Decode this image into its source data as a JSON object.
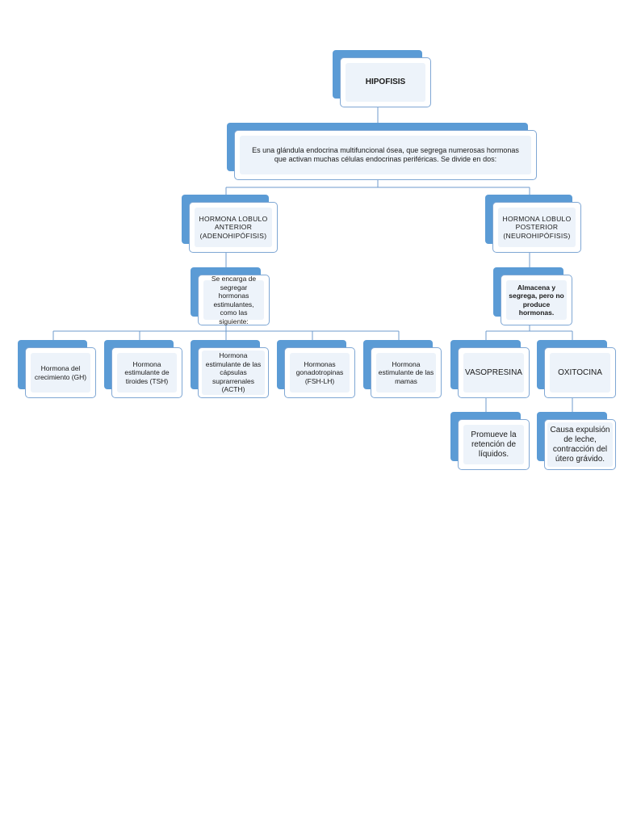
{
  "diagram": {
    "accent_color": "#5b9bd5",
    "line_color": "#6f9bcc",
    "root": {
      "label": "HIPOFISIS"
    },
    "definition": {
      "label": "Es una glándula endocrina multifuncional ósea, que segrega  numerosas hormonas que activan muchas células endocrinas periféricas. Se divide en dos:"
    },
    "anterior": {
      "label": "HORMONA LOBULO ANTERIOR (ADENOHIPÓFISIS)",
      "description": "Se encarga de segregar hormonas estimulantes, como las siguiente:",
      "hormones": [
        {
          "label": "Hormona del crecimiento (GH)"
        },
        {
          "label": "Hormona estimulante de tiroides (TSH)"
        },
        {
          "label": "Hormona estimulante de las cápsulas suprarrenales (ACTH)"
        },
        {
          "label": "Hormonas gonadotropinas (FSH-LH)"
        },
        {
          "label": "Hormona estimulante de las mamas"
        }
      ]
    },
    "posterior": {
      "label": "HORMONA LOBULO POSTERIOR (NEUROHIPÓFISIS)",
      "description": "Almacena y segrega, pero no produce hormonas.",
      "hormones": [
        {
          "label": "VASOPRESINA",
          "effect": "Promueve la retención de líquidos."
        },
        {
          "label": "OXITOCINA",
          "effect": "Causa expulsión de leche, contracción del útero grávido."
        }
      ]
    }
  }
}
